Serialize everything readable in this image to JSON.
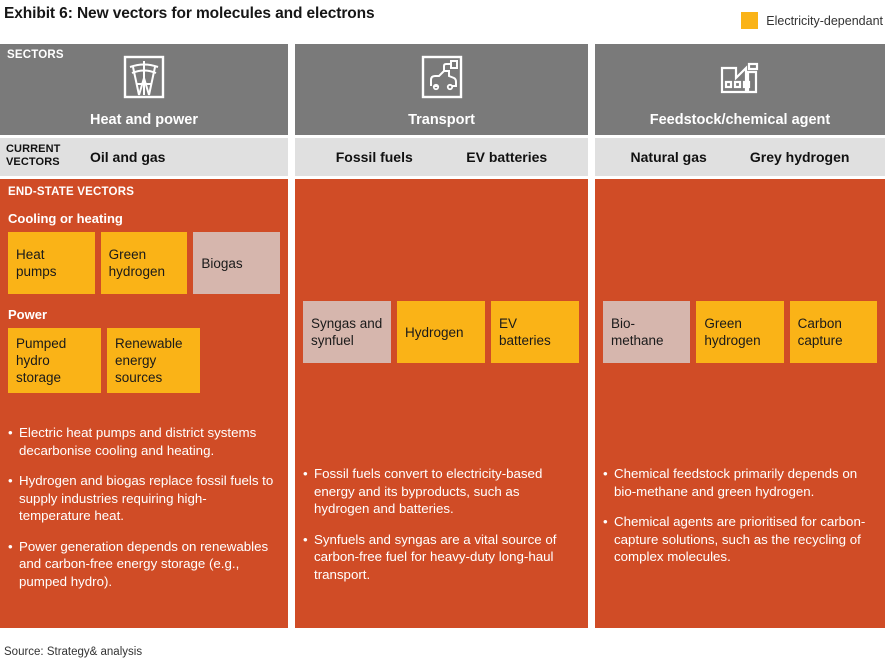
{
  "header": {
    "title": "Exhibit 6: New vectors for molecules and electrons",
    "legend": {
      "label": "Electricity-dependant",
      "swatch_color": "#FAB317"
    }
  },
  "labels": {
    "sectors_tag": "SECTORS",
    "current_vectors_tag_line1": "CURRENT",
    "current_vectors_tag_line2": "VECTORS",
    "end_state_tag": "END-STATE VECTORS"
  },
  "colors": {
    "sector_band": "#7a7a7a",
    "current_band": "#e0e0e0",
    "body_band": "#d04c26",
    "electricity_box": "#FAB317",
    "neutral_box": "#d6b6ad"
  },
  "columns": [
    {
      "icon": "power-tower-icon",
      "sector": "Heat and power",
      "current_vectors": [
        "Oil and gas"
      ],
      "groups": [
        {
          "label": "Cooling or heating",
          "boxes": [
            {
              "label": "Heat pumps",
              "electricity": true
            },
            {
              "label": "Green hydrogen",
              "electricity": true
            },
            {
              "label": "Biogas",
              "electricity": false
            }
          ]
        },
        {
          "label": "Power",
          "boxes": [
            {
              "label": "Pumped hydro storage",
              "electricity": true
            },
            {
              "label": "Renewable energy sources",
              "electricity": true
            }
          ]
        }
      ],
      "bullets": [
        "Electric heat pumps and district systems decarbonise cooling and heating.",
        "Hydrogen and biogas replace fossil fuels to supply industries requiring high-temperature heat.",
        "Power generation depends on renewables and carbon-free energy storage (e.g., pumped hydro)."
      ]
    },
    {
      "icon": "electric-car-icon",
      "sector": "Transport",
      "current_vectors": [
        "Fossil fuels",
        "EV batteries"
      ],
      "groups": [
        {
          "label": "",
          "boxes": [
            {
              "label": "Syngas and synfuel",
              "electricity": false
            },
            {
              "label": "Hydrogen",
              "electricity": true
            },
            {
              "label": "EV batteries",
              "electricity": true
            }
          ]
        }
      ],
      "bullets": [
        "Fossil fuels convert to electricity-based energy and its byproducts, such as hydrogen and batteries.",
        "Synfuels and syngas are a vital source of carbon-free fuel for heavy-duty long-haul transport."
      ]
    },
    {
      "icon": "factory-icon",
      "sector": "Feedstock/chemical agent",
      "current_vectors": [
        "Natural gas",
        "Grey hydrogen"
      ],
      "groups": [
        {
          "label": "",
          "boxes": [
            {
              "label": "Bio-methane",
              "electricity": false
            },
            {
              "label": "Green hydrogen",
              "electricity": true
            },
            {
              "label": "Carbon capture",
              "electricity": true
            }
          ]
        }
      ],
      "bullets": [
        "Chemical feedstock primarily depends on bio-methane and green hydrogen.",
        "Chemical agents are prioritised for carbon-capture solutions, such as the recycling of complex molecules."
      ]
    }
  ],
  "footer": {
    "source": "Source: Strategy& analysis"
  },
  "bullet_marker": "•"
}
